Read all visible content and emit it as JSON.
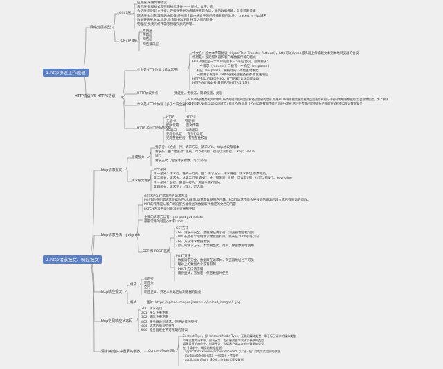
{
  "roots": [
    "1.http协议工作原理",
    "2.http请求报文、响应报文"
  ],
  "l1": {
    "network_model": "网络分层模型",
    "http_vs_https": "HTTP协议 VS HTTPS协议",
    "http_request": "http请求报文",
    "http_methods": "http请求方法：get/post",
    "http_response": "http响应报文",
    "http_status": "http常见响应状态码",
    "headers": "请求/响应头中重要的参数"
  },
  "l2": {
    "osi": "OSI 7层",
    "tcpip": "TCP / IP 4层",
    "what_is_http": "什么是HTTP协议（笔试常用）",
    "http_https_diff": "HTTP协议特点",
    "what_is_https": "什么是HTTPS协议（多了个安全层,SSL）",
    "http_vs_https_table": "HTTP 和 HTTPS 的区别",
    "req_part": "组成部分",
    "req_format": "请求报文格式",
    "get_post": "GET 和 POST 区别",
    "resp_part": "组成",
    "resp_format": "格式",
    "content_type": "Content-Type参数"
  },
  "texts": {
    "osi": "应用层:采用何种协议\n表示层:数据格式和密码格式转换 —— 图片、文字、声\n会话层:同时建立连接、连接保持并为传输层管理会话之间的数据传输、负责可靠传输\n网络层:给对管理和路由选择,经由哪个路由通过更快的传播到目的地址。 tracert -d+ip/域名\n数据链路层:Mac地址,负责数据帧和比特流之间的转换\n物理层:负责光纤传输等物理介质的传输...",
    "tcpip": "应用层\n传输层\n网络层\n网络接口层",
    "what_is_http": "中文名：超文本传输协议（HyperText Transfer Protocol），http可以从web服务器上传输超文本到本地浏览器的协议\n作用是：规定服务器和客户端数据传输的格式\nHTTP协议是一个简单的请求—>响应协议，规则要求：\n    一个请求（request）只能有一个响应（response）\n    响应（response）要被动的，不能主动发起\n    只要请求发给HTTP协议就处理服务器都会发送响应\nHTTP默认的端口为80，HTTPS默认端口是443\nHTTP协议版本号 目前已有HTTP/1.1与2",
    "http_features": "无连接，无状态，简单快速，灵活",
    "what_is_https": "HTTP请求都是明文传输的,所谓的明文指的是没有经过加密的信息,如果HTTP请求被黑客拦截并且里面含有银行卡密码等敏感数据的话,会非常危险。为了解决\n这个问题,Netscape公司制定了HTTPS协议,HTTPS可以将数据传输之前进行加密,然后在传输过程中进行严格的安全检查以保证数据安全",
    "http_vs_https_table": "HTTP           HTTPS\n无证书         有证书\n明文传输       密文传输\n80端口         443端口\n无身份认证     有身份认证\n无完整性校验   有完整性校验",
    "req_part": "请求行：（格式一行）请求方法，请求URL，http协议及版本\n请求头：由 \"键值对\" 组成，可以有0到，也可以没有行，  key：value\n空行\n请求正文（包含请求参数，可以没有）",
    "req_format": "四个部分\n第一部分：请求行，格式一行的，由：请求方法，请求路径，请求协议/版本组成。\n第二部分：请求头，从第二行到第N行，由 \"键值对\" 组成，可以有0到，也可以有N行。key/value\n第三部分：空行，独占一行的，用回车换行组成。\n第四部分：请求正文（体），可选填。",
    "methods": "GET和POST是常用的请求方法\nPOST的特征是请求数据放在URI里面,请求参数随用户传输。POST请求不能会导致新的资源的建立或已有资源的修改。\nPUT的作用是从客户端向服务器传送的数据取代指定的文档的内容\nPATCH方法用来对资源进行局部更新",
    "methods2": "主要的请求方法有：get post put delete\n最最常用的就是get 和 post",
    "get": "GET方法\n•GET请求不安全，数据跟在请求行，浏览器地址栏可见\n•URL长度有个限制请求数据量有限，最长在2000字符以内\n•GET方法请求数据更快\n•默认的请求方法，不需要显式，简单，保密数据时使用",
    "post": "POST方法\n•数据请求安全，数据跟在请求体，浏览器地址栏不可见\n•理论上的数据大小没有限制\n•POST 方法请求慢\n•需要显式，有加密，保密数据时使用",
    "resp_part": "状态行\n响应头\n空行\n响应正文：开发人员返回给浏览器的数据",
    "resp_format": "图片: https://upload-images.jianshu.io/upload_images/...jpg",
    "status": "200  请求成功\n301  永久性重定向\n302  临时性重定向\n403  服务器收到请求，但拒绝提供服务\n404  请求的资源不存在\n500  服务器发生不可预期的错误",
    "content_type": "Content-Type，即  Internet Media Type，互联网媒体类型，用于标示请求的媒体类型\n如果设置的请求中，则表示为：告诉服务器本次请求参数的类型\n如果设置的响应中，则表示为：告诉客户端本次响应数据的类型\n在  {请求中，常见的数据类型}\n- application/x-www-form-urlencoded  以 \"键=值\" 对的方式组织的数据\n- multipart/form-data  一般用于上传文件\n- application/json  JSON 字符串格式提交数据"
  },
  "colors": {
    "line": "#8a8a8a",
    "root": "#5a7fc4",
    "bg": "#efefef"
  }
}
